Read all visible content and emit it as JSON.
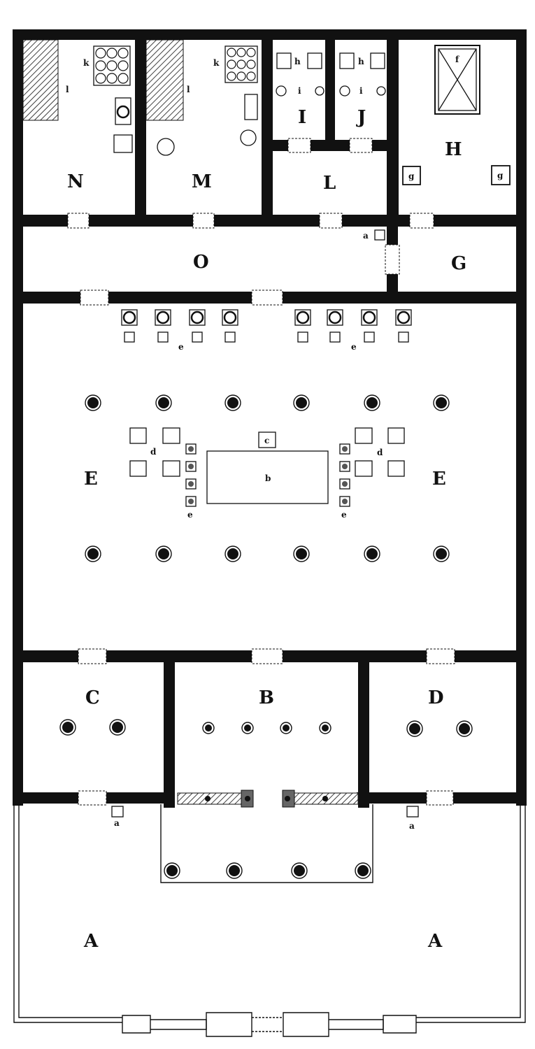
{
  "plan": {
    "ink": "#111111",
    "paper": "#ffffff",
    "rooms": {
      "N": "N",
      "M": "M",
      "I": "I",
      "J": "J",
      "L": "L",
      "H": "H",
      "O": "O",
      "G": "G",
      "E": "E",
      "C": "C",
      "B": "B",
      "D": "D",
      "A": "A"
    },
    "marks": {
      "a": "a",
      "b": "b",
      "c": "c",
      "d": "d",
      "e": "e",
      "f": "f",
      "g": "g",
      "h": "h",
      "i": "i",
      "k": "k",
      "l": "l"
    }
  }
}
